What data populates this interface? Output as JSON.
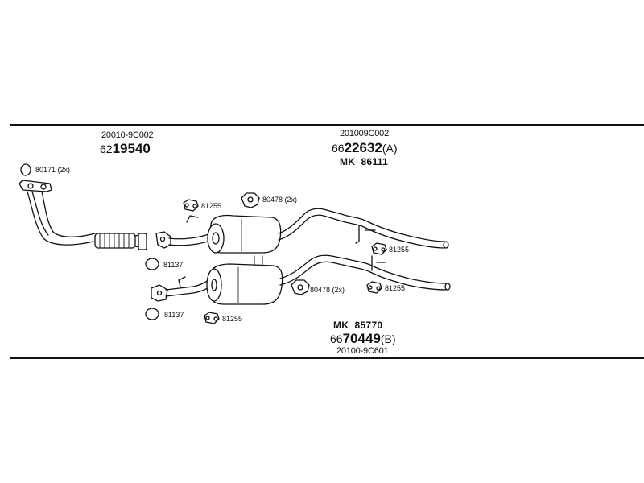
{
  "groups": {
    "front_pipe": {
      "oe_code": "20010-9C002",
      "part_prefix": "62",
      "part_main": "19540"
    },
    "upper_system": {
      "oe_code": "201009C002",
      "part_prefix": "66",
      "part_main": "22632",
      "part_suffix": "(A)",
      "mounting_kit": "MK  86111"
    },
    "lower_system": {
      "mounting_kit": "MK  85770",
      "part_prefix": "66",
      "part_main": "70449",
      "part_suffix": "(B)",
      "oe_code": "20100-9C601"
    }
  },
  "callouts": {
    "gasket_80171": "80171 (2x)",
    "hanger_81255_upper_left": "81255",
    "clamp_80478_upper": "80478 (2x)",
    "hanger_81255_upper_right": "81255",
    "ring_81137_upper": "81137",
    "clamp_80478_lower": "80478 (2x)",
    "hanger_81255_lower_right": "81255",
    "ring_81137_lower": "81137",
    "hanger_81255_lower_mid": "81255"
  }
}
